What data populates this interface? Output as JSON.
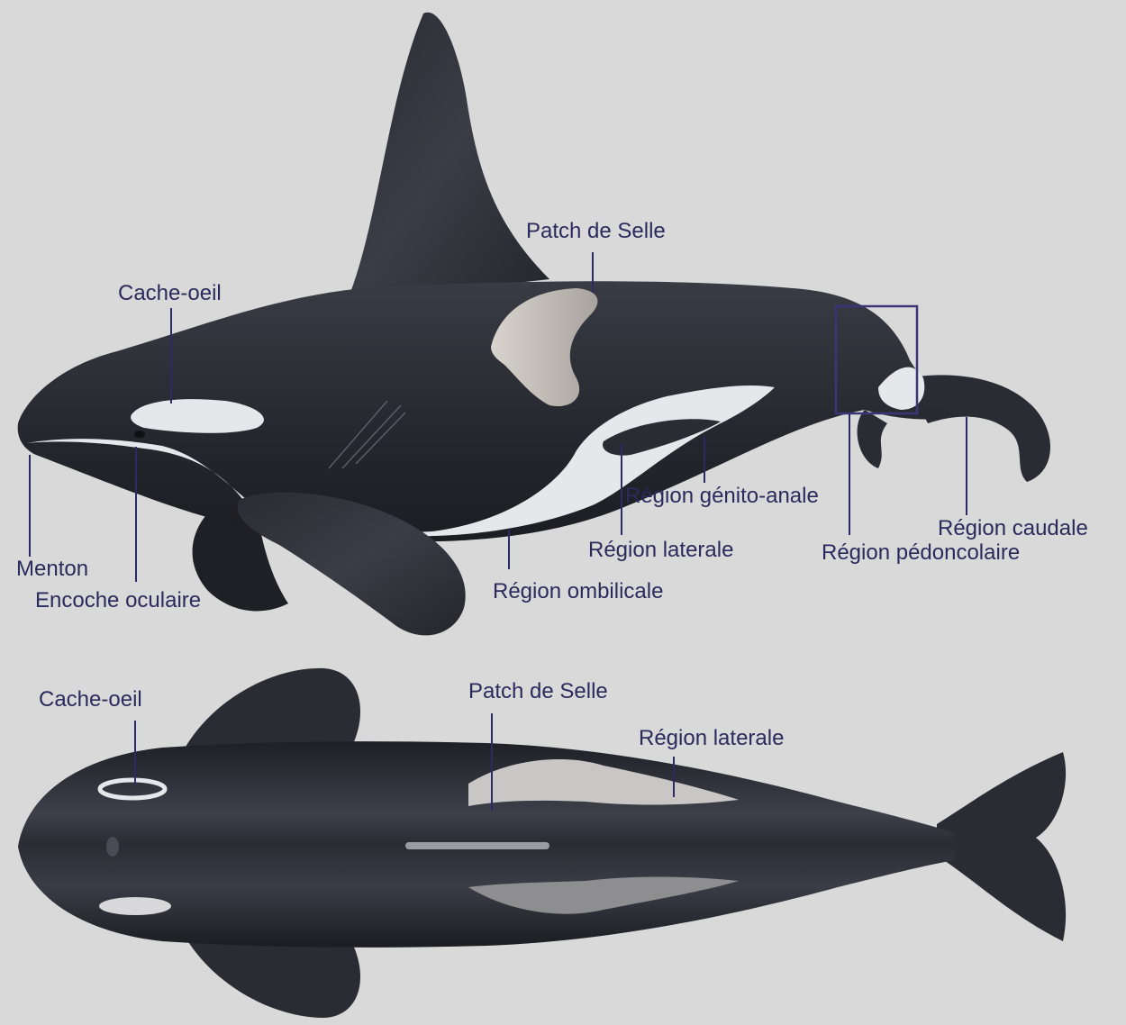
{
  "colors": {
    "background": "#d9d9d9",
    "label_text": "#2b2a5c",
    "leader_line": "#2e2a66",
    "body_dark": "#2a2c34",
    "patch_white": "#e6e7ea",
    "saddle_patch": "#c9c4be"
  },
  "lateral_view": {
    "labels": {
      "patch_de_selle": "Patch de Selle",
      "cache_oeil": "Cache-oeil",
      "region_genito_anale": "Région génito-anale",
      "region_caudale": "Région caudale",
      "region_laterale": "Région laterale",
      "region_pedoncolaire": "Région pédoncolaire",
      "menton": "Menton",
      "region_ombilicale": "Région ombilicale",
      "encoche_oculaire": "Encoche oculaire"
    }
  },
  "dorsal_view": {
    "labels": {
      "cache_oeil": "Cache-oeil",
      "patch_de_selle": "Patch de Selle",
      "region_laterale": "Région laterale"
    }
  }
}
